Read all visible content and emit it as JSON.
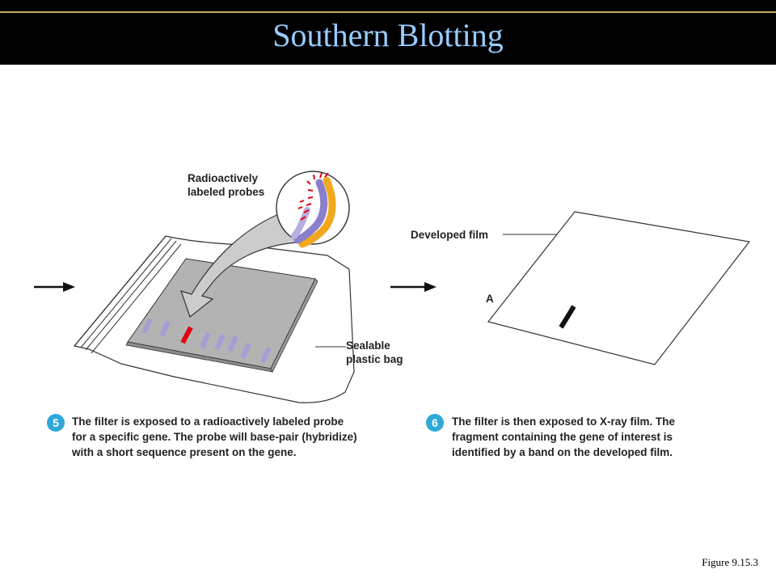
{
  "title": "Southern Blotting",
  "labels": {
    "probes_line1": "Radioactively",
    "probes_line2": "labeled probes",
    "developed_film": "Developed film",
    "bag_line1": "Sealable",
    "bag_line2": "plastic bag",
    "film_marker": "A"
  },
  "steps": [
    {
      "number": "5",
      "lines": [
        "The filter is exposed to a radioactively labeled probe",
        "for a specific gene. The probe will base-pair (hybridize)",
        "with a short sequence present on the gene."
      ]
    },
    {
      "number": "6",
      "lines": [
        "The filter is then exposed to X-ray film. The",
        "fragment containing the gene of interest is",
        "identified by a band on the developed film."
      ]
    }
  ],
  "figure_ref": "Figure 9.15.3",
  "colors": {
    "title_bar": "#000000",
    "title_text": "#99ccff",
    "title_rule": "#c9a86a",
    "filter": "#b3b3b3",
    "lavender_band": "#a99bd6",
    "red_band": "#e3000f",
    "probe_purple": "#8a7fcb",
    "probe_orange": "#f2a81d",
    "step_badge": "#2fa8d8"
  }
}
